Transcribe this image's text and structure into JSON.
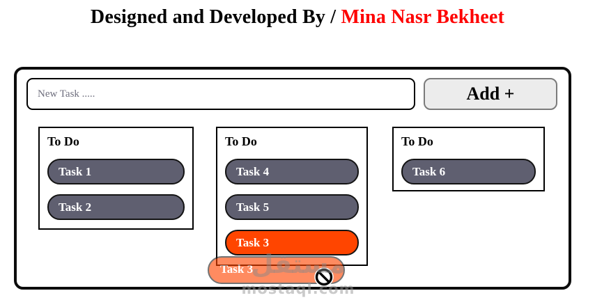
{
  "header": {
    "title_prefix": "Designed and Developed By / ",
    "title_author": "Mina Nasr Bekheet",
    "author_color": "#fe0000"
  },
  "toolbar": {
    "input_placeholder": "New Task .....",
    "input_value": "",
    "add_button_label": "Add +"
  },
  "board": {
    "columns": [
      {
        "title": "To Do",
        "tasks": [
          {
            "label": "Task 1",
            "color": "#5f5f70"
          },
          {
            "label": "Task 2",
            "color": "#5f5f70"
          }
        ]
      },
      {
        "title": "To Do",
        "tasks": [
          {
            "label": "Task 4",
            "color": "#5f5f70"
          },
          {
            "label": "Task 5",
            "color": "#5f5f70"
          },
          {
            "label": "Task 3",
            "color": "#ff4500"
          }
        ]
      },
      {
        "title": "To Do",
        "tasks": [
          {
            "label": "Task 6",
            "color": "#5f5f70"
          }
        ]
      }
    ]
  },
  "drag": {
    "ghost_label": "Task 3",
    "ghost_color": "#ff4500",
    "cursor": "no-drop"
  },
  "watermark": {
    "logo_text": "مستقل",
    "domain": "mostaql.com"
  },
  "colors": {
    "task_default": "#5f5f70",
    "task_active": "#ff4500",
    "border_dark": "#0c0c0c",
    "button_bg": "#ececec"
  }
}
